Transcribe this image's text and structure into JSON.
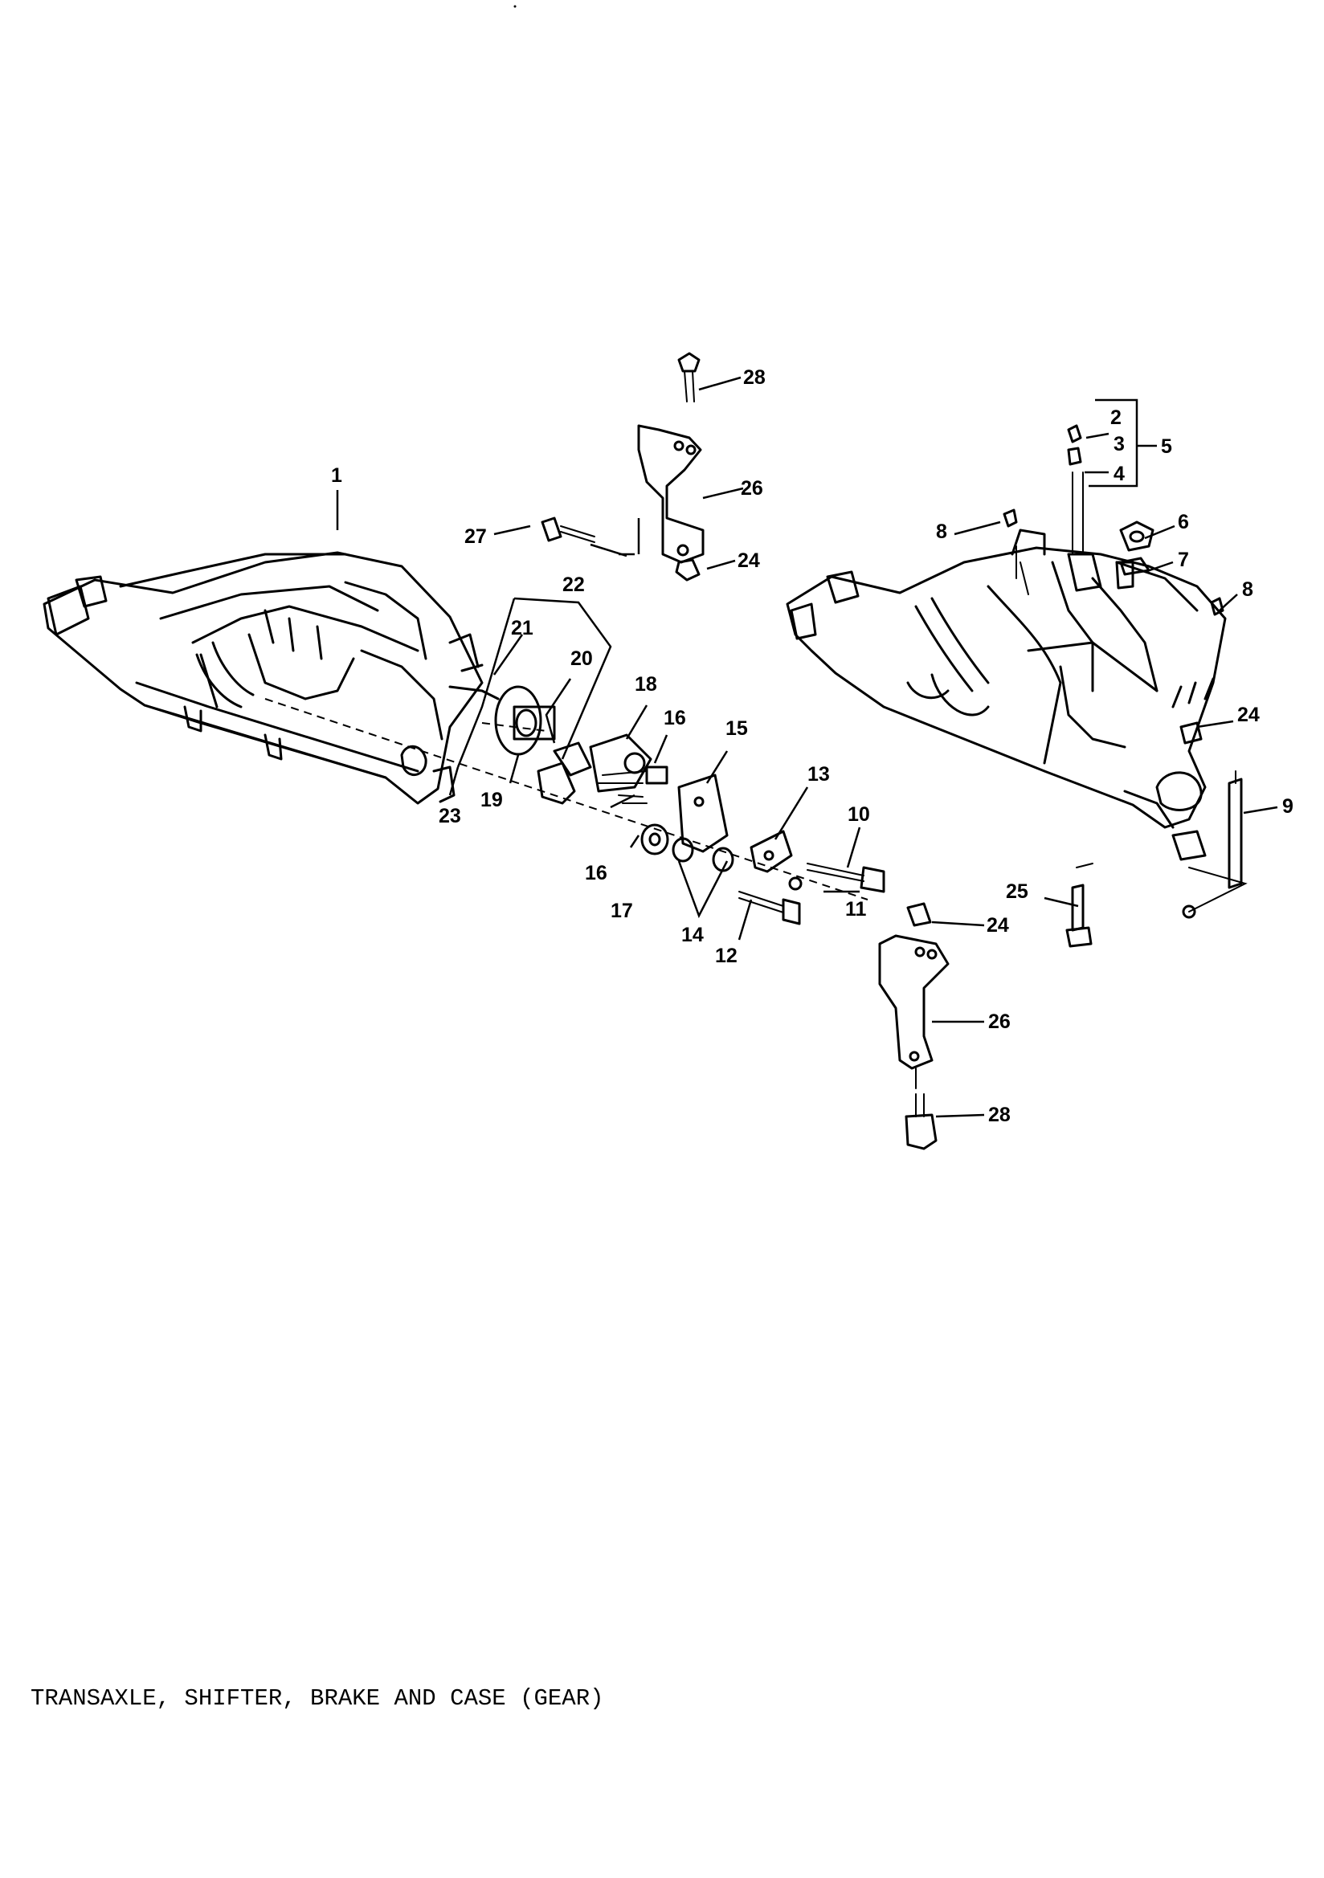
{
  "caption": "TRANSAXLE, SHIFTER, BRAKE AND CASE (GEAR)",
  "callouts": {
    "c1": "1",
    "c2": "2",
    "c3": "3",
    "c4": "4",
    "c5": "5",
    "c6": "6",
    "c7": "7",
    "c8a": "8",
    "c8b": "8",
    "c9": "9",
    "c10": "10",
    "c11": "11",
    "c12": "12",
    "c13": "13",
    "c14": "14",
    "c15": "15",
    "c16a": "16",
    "c16b": "16",
    "c17": "17",
    "c18": "18",
    "c19": "19",
    "c20": "20",
    "c21": "21",
    "c22": "22",
    "c23": "23",
    "c24a": "24",
    "c24b": "24",
    "c24c": "24",
    "c25": "25",
    "c26a": "26",
    "c26b": "26",
    "c27": "27",
    "c28a": "28",
    "c28b": "28"
  }
}
